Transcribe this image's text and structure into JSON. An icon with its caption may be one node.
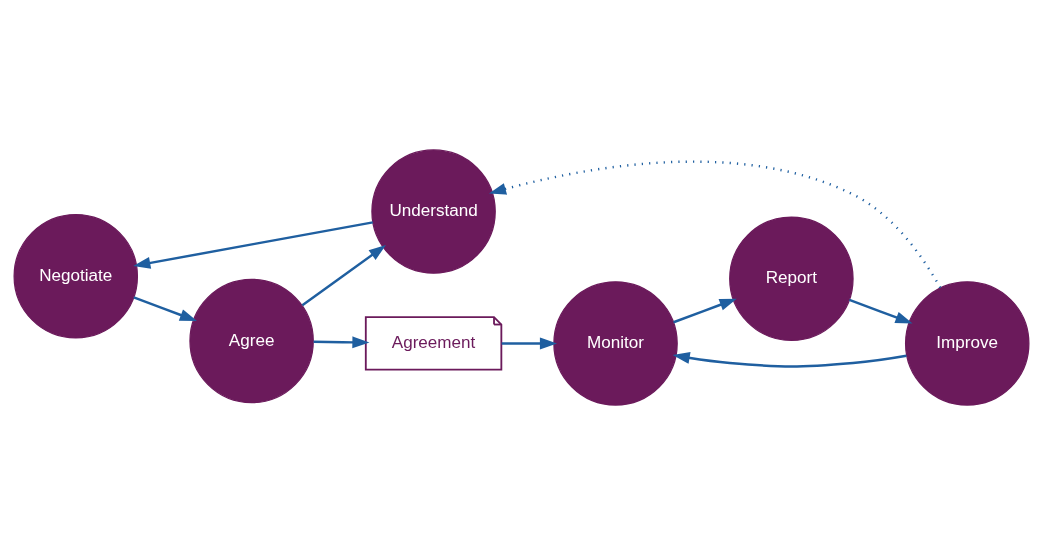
{
  "diagram": {
    "nodes": [
      {
        "text": [
          "Negotiate"
        ]
      },
      {
        "text": [
          "Understand"
        ]
      },
      {
        "text": [
          "Agree"
        ]
      },
      {
        "text": [
          "Agreement"
        ]
      },
      {
        "text": [
          "Report"
        ]
      },
      {
        "text": [
          "Monitor"
        ]
      },
      {
        "text": [
          "Improve"
        ]
      }
    ],
    "edges": [
      {
        "from": 1,
        "to": 0,
        "arrow": "to"
      },
      {
        "from": 0,
        "to": 2,
        "arrow": "to"
      },
      {
        "from": 2,
        "to": 1,
        "arrow": "to"
      },
      {
        "from": 2,
        "to": 3,
        "arrow": "to"
      },
      {
        "from": 3,
        "to": 5,
        "arrow": "to"
      },
      {
        "from": 5,
        "to": 4,
        "arrow": "to"
      },
      {
        "from": 4,
        "to": 6,
        "arrow": "to"
      },
      {
        "from": 6,
        "to": 5,
        "arrow": "to"
      },
      {
        "from": 6,
        "to": 1,
        "arrow": "to",
        "style": "dashed"
      }
    ]
  }
}
